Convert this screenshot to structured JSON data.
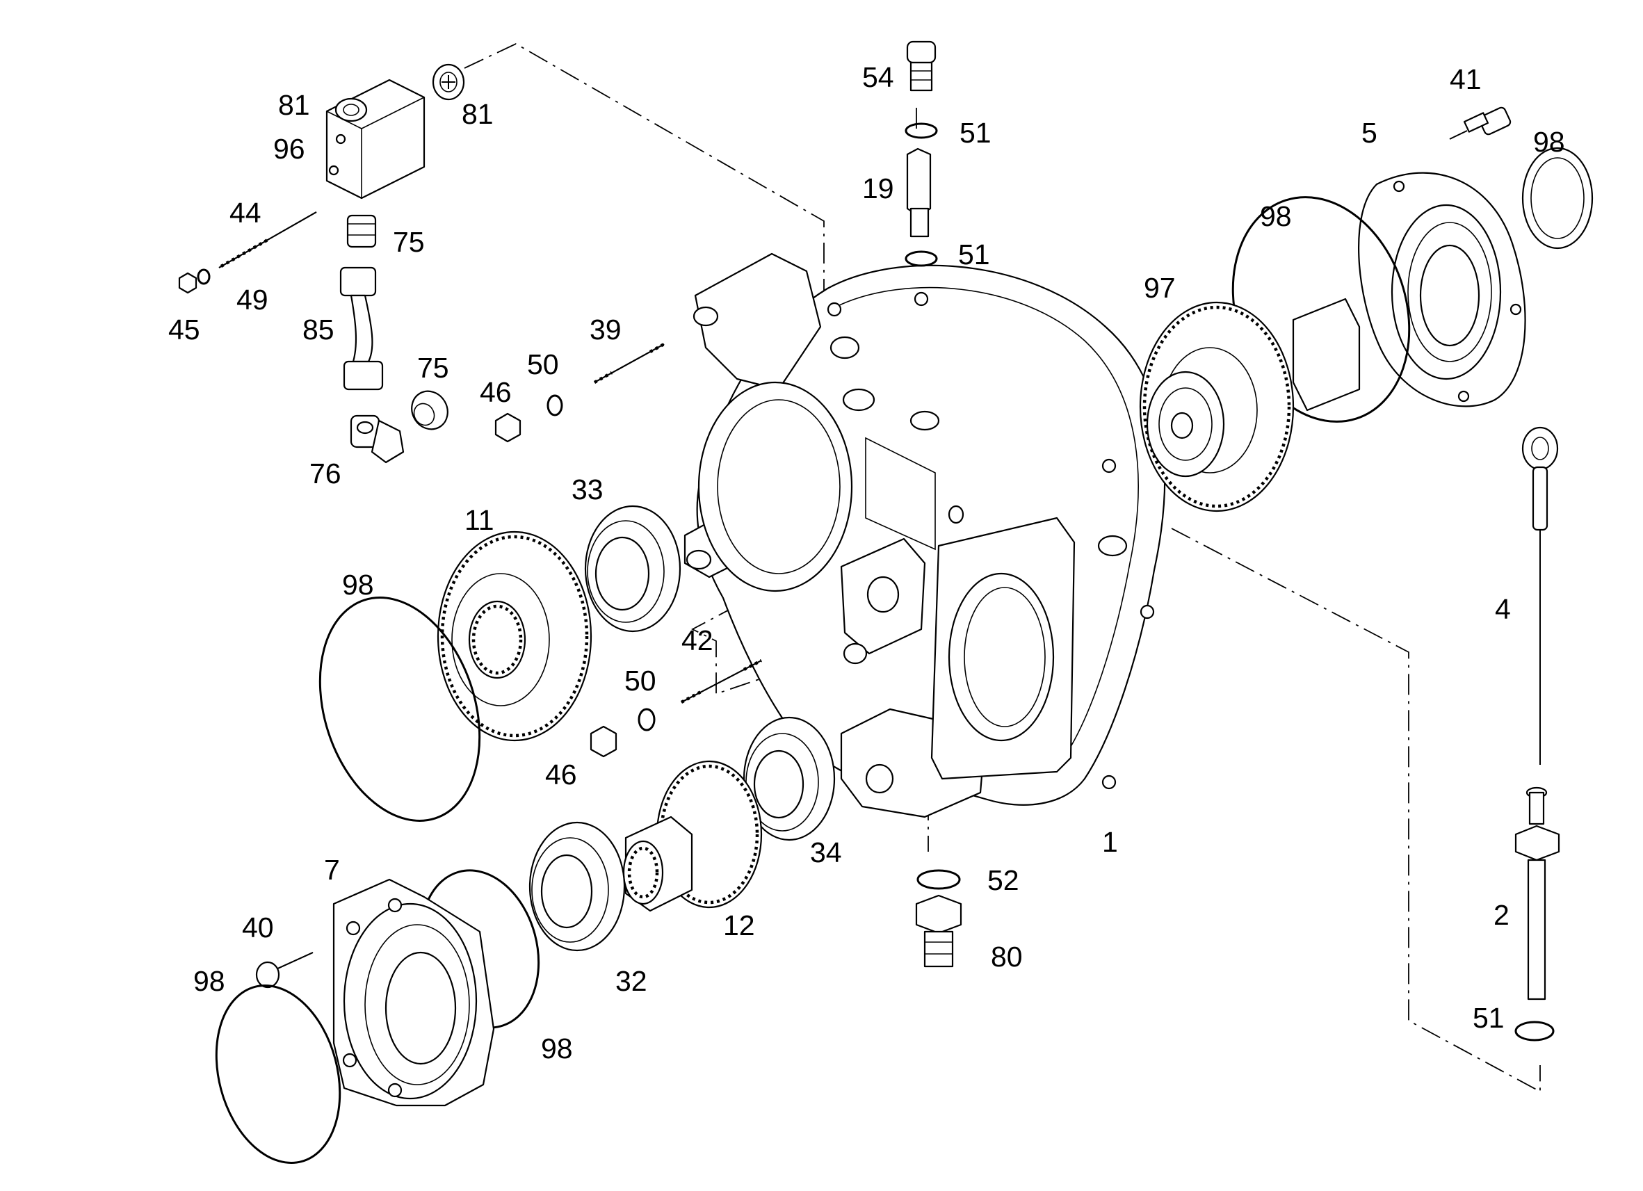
{
  "labels": {
    "l54": "54",
    "l51a": "51",
    "l19": "19",
    "l51b": "51",
    "l41": "41",
    "l5": "5",
    "l98a": "98",
    "l98b": "98",
    "l97": "97",
    "l81a": "81",
    "l96": "96",
    "l81b": "81",
    "l44": "44",
    "l75a": "75",
    "l45": "45",
    "l49": "49",
    "l85": "85",
    "l75b": "75",
    "l76": "76",
    "l39": "39",
    "l50a": "50",
    "l46a": "46",
    "l33": "33",
    "l11": "11",
    "l98c": "98",
    "l4": "4",
    "l42": "42",
    "l50b": "50",
    "l46b": "46",
    "l34": "34",
    "l1": "1",
    "l52": "52",
    "l80": "80",
    "l12": "12",
    "l7": "7",
    "l40": "40",
    "l98d": "98",
    "l32": "32",
    "l98e": "98",
    "l2": "2",
    "l51c": "51"
  }
}
